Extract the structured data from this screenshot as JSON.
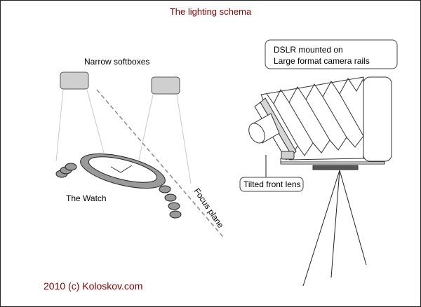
{
  "title": "The lighting schema",
  "labels": {
    "softboxes": "Narrow softboxes",
    "watch": "The Watch",
    "focus_plane": "Focus plane",
    "dslr_line1": "DSLR  mounted on",
    "dslr_line2": "Large format camera rails",
    "tilted_lens": "Tilted front lens",
    "copyright": "2010 (c) Koloskov.com"
  },
  "colors": {
    "title": "#8b0000",
    "copyright": "#8b0000",
    "softbox_fill": "#cfcfcf",
    "watch_fill": "#9a9a9a"
  }
}
